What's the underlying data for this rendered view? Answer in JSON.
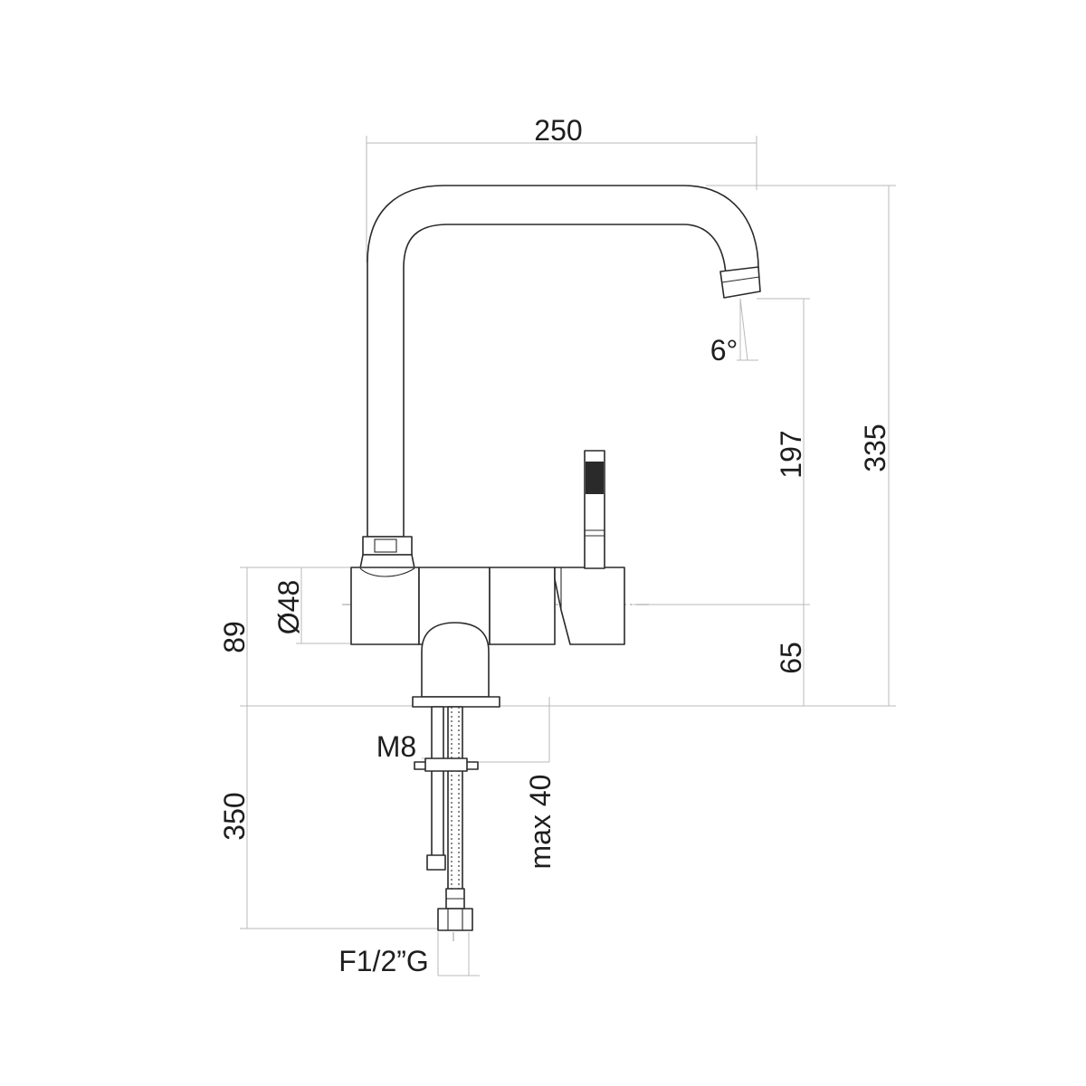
{
  "dimensions": {
    "spout_reach": "250",
    "total_height": "335",
    "spout_height": "197",
    "body_height": "65",
    "base_height": "89",
    "body_diameter": "Ø48",
    "spray_angle": "6°",
    "stud_thread": "M8",
    "hose_length": "350",
    "max_counter_thickness": "max 40",
    "hose_connection": "F1/2”G"
  },
  "colors": {
    "line": "#2a2a2a",
    "dimension_line": "#b9b9b9",
    "text": "#1e1e1e"
  }
}
